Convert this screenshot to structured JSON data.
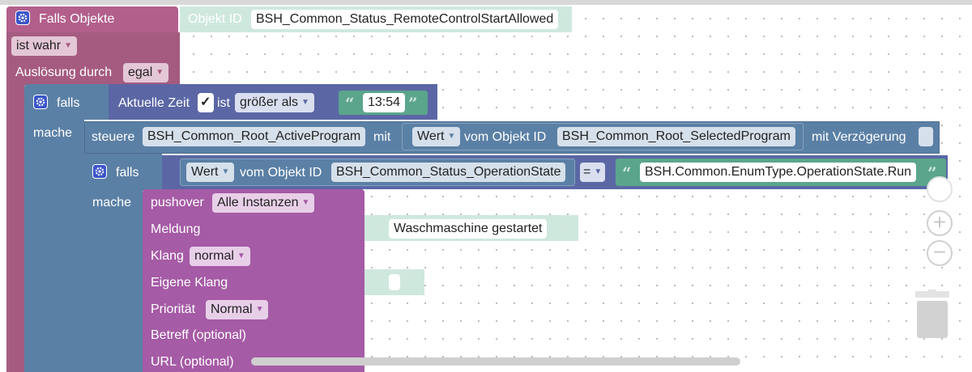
{
  "trigger": {
    "title": "Falls Objekte",
    "object_id_label": "Objekt ID",
    "object_id_value": "BSH_Common_Status_RemoteControlStartAllowed",
    "condition": "ist wahr",
    "trigger_label": "Auslösung durch",
    "trigger_value": "egal"
  },
  "if1": {
    "label_falls": "falls",
    "label_mache": "mache",
    "time_label": "Aktuelle Zeit",
    "check_mark": "✓",
    "ist_label": "ist",
    "operator": "größer als",
    "time_value": "13:54"
  },
  "control": {
    "label": "steuere",
    "target": "BSH_Common_Root_ActiveProgram",
    "mit_label": "mit",
    "value_dropdown": "Wert",
    "of_object_label": "vom Objekt ID",
    "source": "BSH_Common_Root_SelectedProgram",
    "delay_label": "mit Verzögerung"
  },
  "if2": {
    "label_falls": "falls",
    "label_mache": "mache",
    "value_dropdown": "Wert",
    "of_object_label": "vom Objekt ID",
    "object": "BSH_Common_Status_OperationState",
    "operator": "=",
    "compare_value": "BSH.Common.EnumType.OperationState.Run"
  },
  "pushover": {
    "label": "pushover",
    "instance": "Alle Instanzen",
    "message_label": "Meldung",
    "message_value": "Waschmaschine gestartet",
    "sound_label": "Klang",
    "sound_value": "normal",
    "custom_sound_label": "Eigene Klang",
    "custom_sound_value": "",
    "priority_label": "Priorität",
    "priority_value": "Normal",
    "subject_label": "Betreff (optional)",
    "url_label": "URL (optional)"
  },
  "colors": {
    "event": "#a55b80",
    "logic": "#5b80a5",
    "compare": "#5b67a5",
    "text": "#5ba58c",
    "pushover": "#a55ba5"
  },
  "icons": [
    "gear-icon",
    "zoom-in-icon",
    "zoom-out-icon",
    "trash-icon",
    "dropdown-arrow-icon",
    "quote-open-icon",
    "quote-close-icon"
  ]
}
